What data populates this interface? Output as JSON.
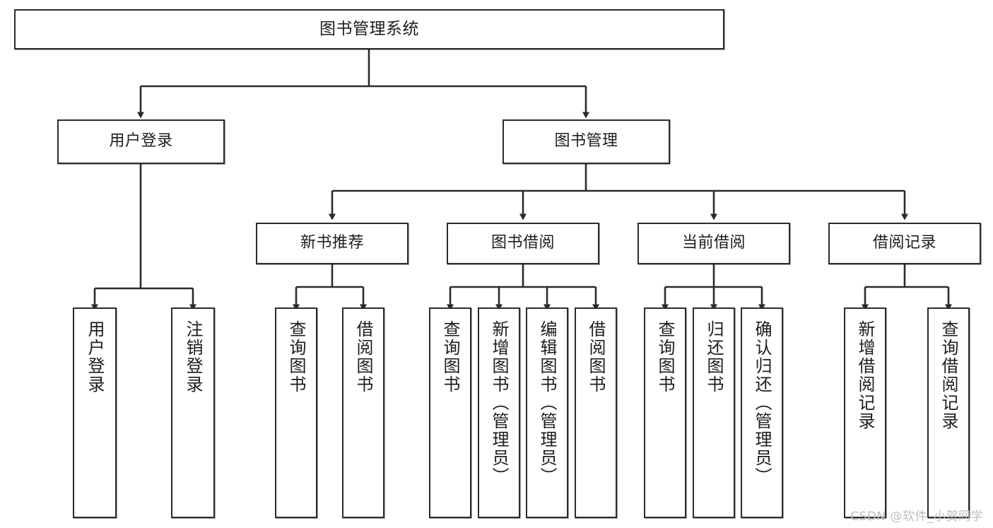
{
  "diagram": {
    "type": "tree-hierarchy-flowchart",
    "title": "图书管理系统",
    "line_color": "#2b2b2b",
    "box_fill": "#ffffff",
    "text_color": "#1d1d1d",
    "levels": 4,
    "nodes": {
      "root": {
        "label": "图书管理系统",
        "level": 1
      },
      "l2": [
        {
          "id": "user-login",
          "label": "用户登录",
          "level": 2
        },
        {
          "id": "book-manage",
          "label": "图书管理",
          "level": 2
        }
      ],
      "l3": [
        {
          "id": "new-book-recommend",
          "label": "新书推荐",
          "level": 3,
          "parent": "book-manage"
        },
        {
          "id": "book-borrow",
          "label": "图书借阅",
          "level": 3,
          "parent": "book-manage"
        },
        {
          "id": "current-borrow",
          "label": "当前借阅",
          "level": 3,
          "parent": "book-manage"
        },
        {
          "id": "borrow-record",
          "label": "借阅记录",
          "level": 3,
          "parent": "book-manage"
        }
      ],
      "leaves": [
        {
          "id": "leaf-user-login",
          "label": "用户登录",
          "parent": "user-login"
        },
        {
          "id": "leaf-logout-login",
          "label": "注销登录",
          "parent": "user-login"
        },
        {
          "id": "leaf-query-book-1",
          "label": "查询图书",
          "parent": "new-book-recommend"
        },
        {
          "id": "leaf-borrow-book-1",
          "label": "借阅图书",
          "parent": "new-book-recommend"
        },
        {
          "id": "leaf-query-book-2",
          "label": "查询图书",
          "parent": "book-borrow"
        },
        {
          "id": "leaf-add-book",
          "label": "新增图书（管理员）",
          "parent": "book-borrow"
        },
        {
          "id": "leaf-edit-book",
          "label": "编辑图书（管理员）",
          "parent": "book-borrow"
        },
        {
          "id": "leaf-borrow-book-2",
          "label": "借阅图书",
          "parent": "book-borrow"
        },
        {
          "id": "leaf-query-book-3",
          "label": "查询图书",
          "parent": "current-borrow"
        },
        {
          "id": "leaf-return-book",
          "label": "归还图书",
          "parent": "current-borrow"
        },
        {
          "id": "leaf-confirm-return",
          "label": "确认归还（管理员）",
          "parent": "current-borrow"
        },
        {
          "id": "leaf-add-record",
          "label": "新增借阅记录",
          "parent": "borrow-record"
        },
        {
          "id": "leaf-query-record",
          "label": "查询借阅记录",
          "parent": "borrow-record"
        }
      ]
    }
  },
  "watermark": {
    "text": "CSDN @软件_小贺同学"
  }
}
